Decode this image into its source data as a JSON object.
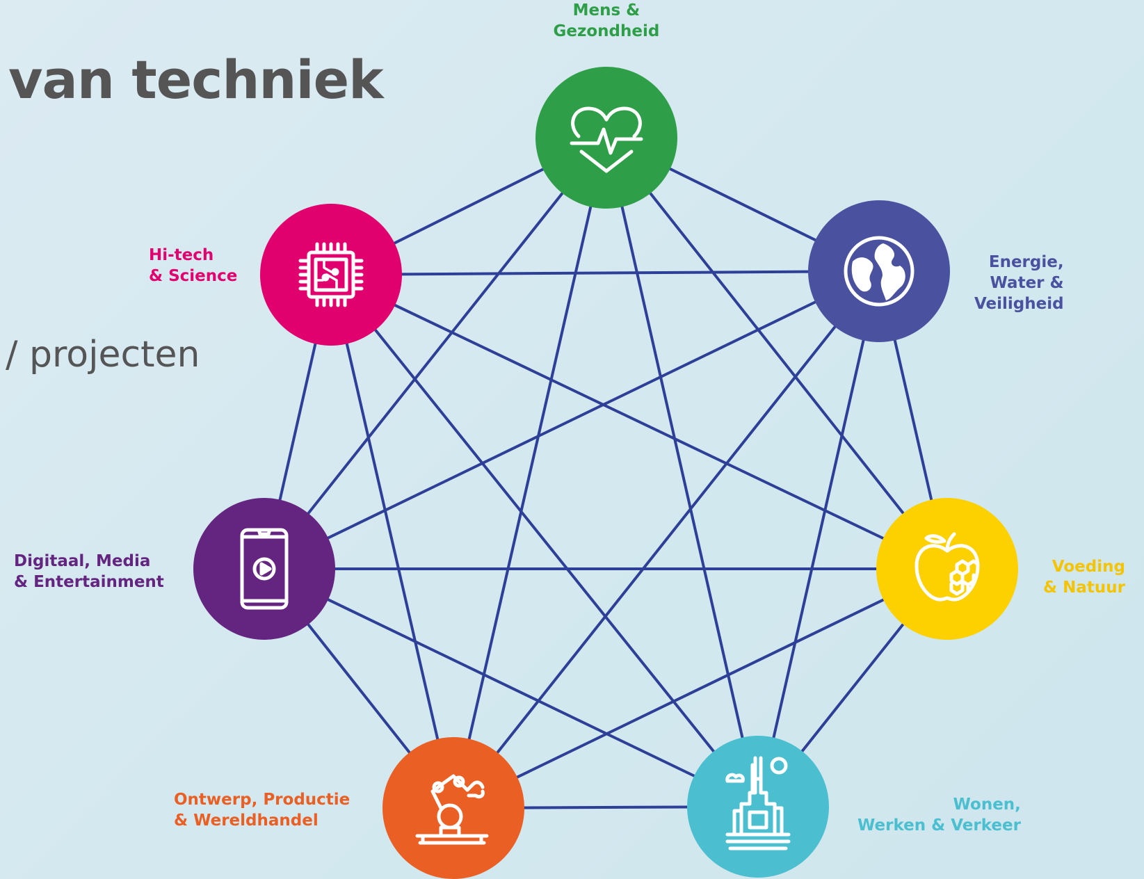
{
  "header": {
    "title": "van techniek",
    "subtitle": "/ projecten"
  },
  "colors": {
    "background": "#d6eaf1",
    "edge": "#2e3f97",
    "title_text": "#555555"
  },
  "nodes": [
    {
      "id": "mens",
      "label_lines": [
        "Mens &",
        "Gezondheid"
      ],
      "color": "#2f9e48",
      "icon": "heartbeat-icon"
    },
    {
      "id": "energie",
      "label_lines": [
        "Energie,",
        "Water &",
        "Veiligheid"
      ],
      "color": "#4a52a0",
      "icon": "globe-icon"
    },
    {
      "id": "voeding",
      "label_lines": [
        "Voeding",
        "& Natuur"
      ],
      "color": "#fdd000",
      "icon": "apple-icon"
    },
    {
      "id": "wonen",
      "label_lines": [
        "Wonen,",
        "Werken & Verkeer"
      ],
      "color": "#4bbfcf",
      "icon": "city-icon"
    },
    {
      "id": "ontwerp",
      "label_lines": [
        "Ontwerp, Productie",
        "& Wereldhandel"
      ],
      "color": "#ea5f24",
      "icon": "robot-arm-icon"
    },
    {
      "id": "digitaal",
      "label_lines": [
        "Digitaal, Media",
        "& Entertainment"
      ],
      "color": "#642580",
      "icon": "smartphone-icon"
    },
    {
      "id": "hitech",
      "label_lines": [
        "Hi-tech",
        "& Science"
      ],
      "color": "#e0006e",
      "icon": "chip-icon"
    }
  ],
  "edges": "complete-graph"
}
